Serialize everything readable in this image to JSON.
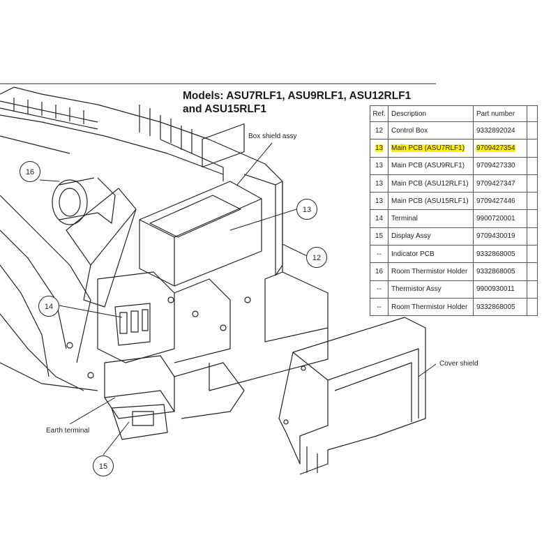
{
  "title": {
    "line1": "Models: ASU7RLF1, ASU9RLF1, ASU12RLF1",
    "line2": "and ASU15RLF1"
  },
  "labels": {
    "box_shield": "Box shield assy",
    "cover_shield": "Cover shield",
    "earth_terminal": "Earth terminal"
  },
  "callouts": {
    "c16": "16",
    "c13": "13",
    "c12": "12",
    "c14": "14",
    "c15": "15"
  },
  "table": {
    "headers": {
      "ref": "Ref.",
      "description": "Description",
      "part_number": "Part number"
    },
    "rows": [
      {
        "ref": "12",
        "description": "Control Box",
        "part_number": "9332892024"
      },
      {
        "ref": "13",
        "description": "Main PCB (ASU7RLF1)",
        "part_number": "9709427354"
      },
      {
        "ref": "13",
        "description": "Main PCB (ASU9RLF1)",
        "part_number": "9709427330"
      },
      {
        "ref": "13",
        "description": "Main PCB (ASU12RLF1)",
        "part_number": "9709427347"
      },
      {
        "ref": "13",
        "description": "Main PCB (ASU15RLF1)",
        "part_number": "9709427446"
      },
      {
        "ref": "14",
        "description": "Terminal",
        "part_number": "9900720001"
      },
      {
        "ref": "15",
        "description": "Display Assy",
        "part_number": "9709430019"
      },
      {
        "ref": "--",
        "description": "Indicator PCB",
        "part_number": "9332868005"
      },
      {
        "ref": "16",
        "description": "Room Thermistor Holder",
        "part_number": "9332868005"
      },
      {
        "ref": "--",
        "description": "Thermistor Assy",
        "part_number": "9900930011"
      },
      {
        "ref": "--",
        "description": "Room Thermistor Holder",
        "part_number": "9332868005"
      }
    ]
  },
  "colors": {
    "highlight": "#fff200",
    "line": "#222222"
  }
}
